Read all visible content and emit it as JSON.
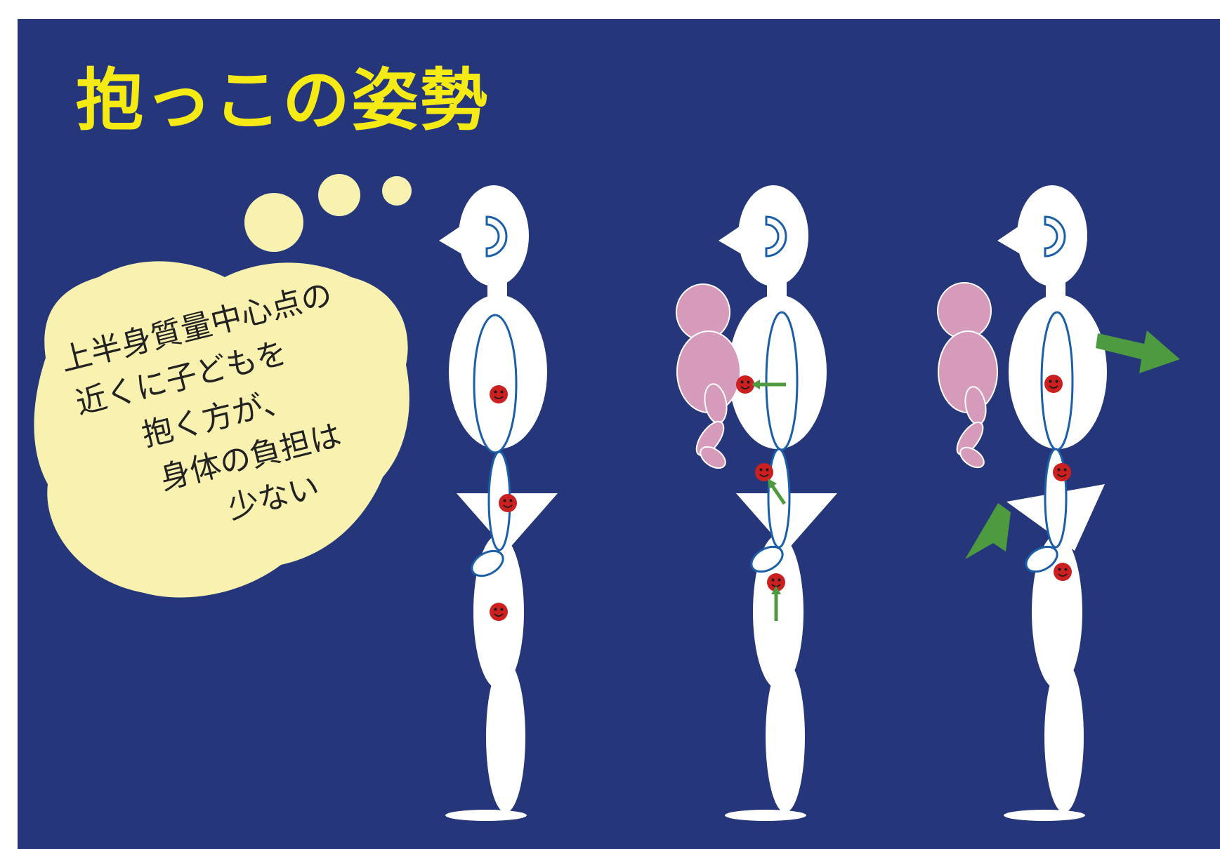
{
  "title": "抱っこの姿勢",
  "bubble": {
    "lines": [
      "上半身質量中心点の",
      "近くに子どもを",
      "抱く方が、",
      "身体の負担は",
      "少ない"
    ]
  },
  "colors": {
    "background": "#25377a",
    "title": "#f5ea14",
    "bubble": "#f8f1b0",
    "figure": "#ffffff",
    "outline": "#1a5fa8",
    "center_of_mass": "#cc1f1f",
    "baby": "#d69bbb",
    "arrow": "#4d9a3f",
    "text": "#222222"
  },
  "figures": [
    {
      "id": "standing",
      "baby": false
    },
    {
      "id": "baby-close",
      "baby": true
    },
    {
      "id": "baby-far",
      "baby": true
    }
  ]
}
